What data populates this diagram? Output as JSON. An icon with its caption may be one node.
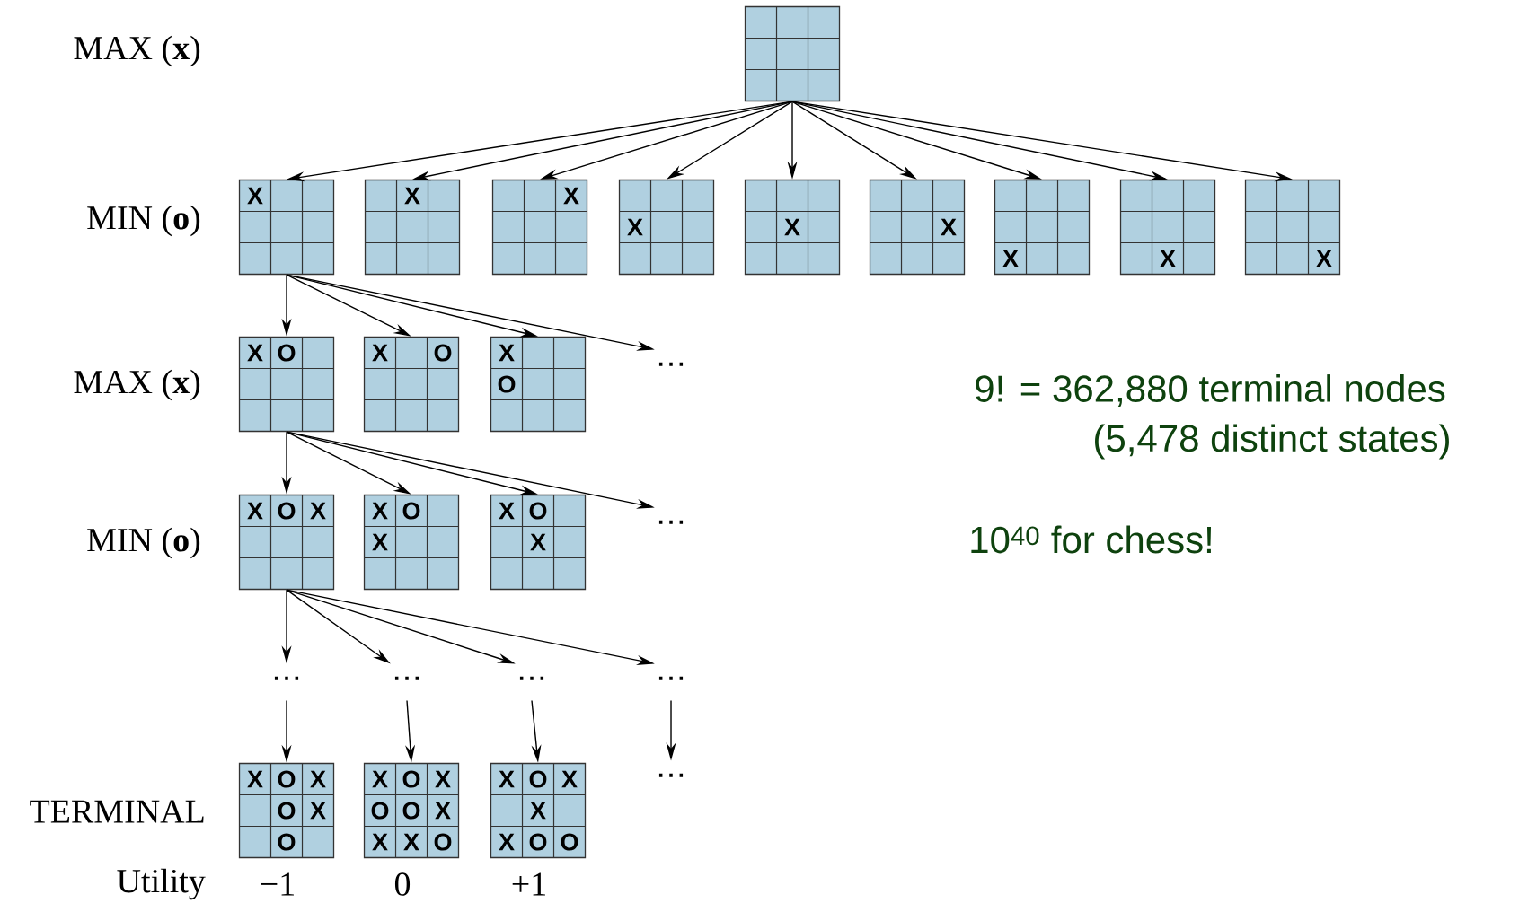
{
  "diagram": {
    "nodes": [
      {
        "text": [],
        "shape": "box"
      },
      {
        "text": [
          "X"
        ]
      },
      {
        "text": [
          "X"
        ]
      },
      {
        "text": [
          "X"
        ]
      },
      {
        "text": [
          "X"
        ]
      },
      {
        "text": [
          "X"
        ]
      },
      {
        "text": [
          "X"
        ]
      },
      {
        "text": [
          "X"
        ]
      },
      {
        "text": [
          "X"
        ]
      },
      {
        "text": [
          "X"
        ]
      },
      {
        "text": [
          "X",
          "O"
        ]
      },
      {
        "text": [
          "X",
          "O"
        ]
      },
      {
        "text": [
          "X",
          "O"
        ]
      },
      {
        "text": [
          "⋯"
        ]
      },
      {
        "text": [
          "X",
          "O",
          "X"
        ]
      },
      {
        "text": [
          "X",
          "O",
          "X"
        ]
      },
      {
        "text": [
          "X",
          "O",
          "X"
        ]
      },
      {
        "text": [
          "⋯"
        ]
      },
      {
        "text": [
          "⋯"
        ]
      },
      {
        "text": [
          "⋯"
        ]
      },
      {
        "text": [
          "⋯"
        ]
      },
      {
        "text": [
          "⋯"
        ]
      },
      {
        "text": [
          "X",
          "O",
          "X",
          "O",
          "X",
          "O"
        ],
        "beside": [
          "−1"
        ]
      },
      {
        "text": [
          "X",
          "O",
          "X",
          "O",
          "O",
          "X",
          "X",
          "X",
          "O"
        ],
        "beside": [
          "0"
        ]
      },
      {
        "text": [
          "X",
          "O",
          "X",
          "X",
          "X",
          "O",
          "O"
        ],
        "beside": [
          "+1"
        ]
      },
      {
        "text": [
          "⋯"
        ]
      }
    ],
    "edges": [
      {
        "from": 0,
        "to": 1,
        "arrow": "to"
      },
      {
        "from": 0,
        "to": 2,
        "arrow": "to"
      },
      {
        "from": 0,
        "to": 3,
        "arrow": "to"
      },
      {
        "from": 0,
        "to": 4,
        "arrow": "to"
      },
      {
        "from": 0,
        "to": 5,
        "arrow": "to"
      },
      {
        "from": 0,
        "to": 6,
        "arrow": "to"
      },
      {
        "from": 0,
        "to": 7,
        "arrow": "to"
      },
      {
        "from": 0,
        "to": 8,
        "arrow": "to"
      },
      {
        "from": 0,
        "to": 9,
        "arrow": "to"
      },
      {
        "from": 1,
        "to": 10,
        "arrow": "to"
      },
      {
        "from": 1,
        "to": 11,
        "arrow": "to"
      },
      {
        "from": 1,
        "to": 12,
        "arrow": "to"
      },
      {
        "from": 1,
        "to": 13,
        "arrow": "to"
      },
      {
        "from": 10,
        "to": 14,
        "arrow": "to"
      },
      {
        "from": 10,
        "to": 15,
        "arrow": "to"
      },
      {
        "from": 10,
        "to": 16,
        "arrow": "to"
      },
      {
        "from": 10,
        "to": 17,
        "arrow": "to"
      },
      {
        "from": 14,
        "to": 18,
        "arrow": "to"
      },
      {
        "from": 14,
        "to": 19,
        "arrow": "to"
      },
      {
        "from": 14,
        "to": 20,
        "arrow": "to"
      },
      {
        "from": 14,
        "to": 21,
        "arrow": "to"
      },
      {
        "from": 18,
        "to": 22,
        "arrow": "to"
      },
      {
        "from": 19,
        "to": 23,
        "arrow": "to"
      },
      {
        "from": 20,
        "to": 24,
        "arrow": "to"
      },
      {
        "from": 21,
        "to": 25,
        "arrow": "to"
      }
    ],
    "labels": [
      "MAX (**x**)",
      "MIN (**o**)",
      "MAX (**x**)",
      "MIN (**o**)",
      "TERMINAL",
      "Utility",
      "9! = 362,880 terminal nodes",
      "(5,478 distinct states)",
      "10$^{40}$ for chess!"
    ]
  }
}
